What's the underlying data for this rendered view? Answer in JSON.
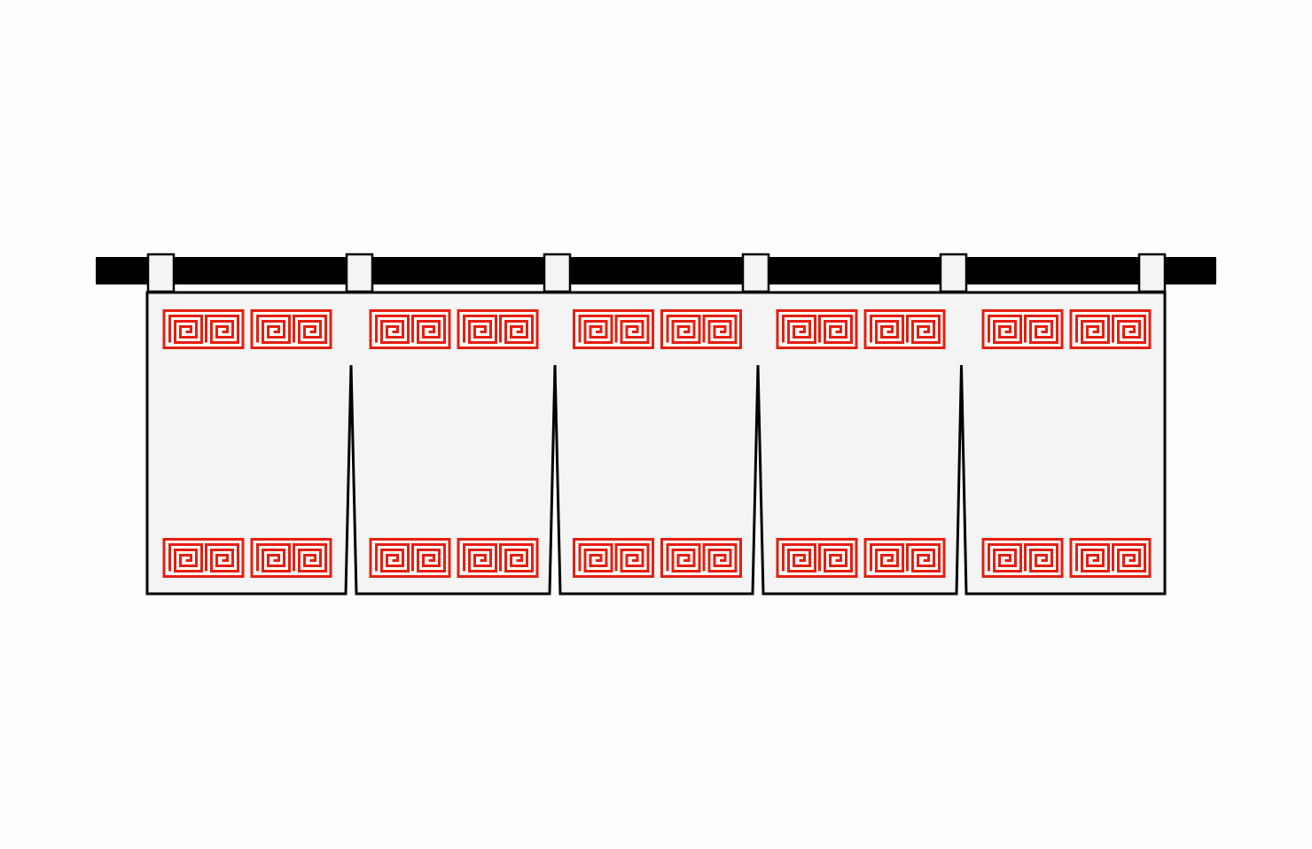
{
  "illustration": {
    "subject": "noren-curtain",
    "panel_count": 5,
    "tab_count": 6,
    "motifs_per_band": 2,
    "bands_per_panel": 2,
    "pattern": "key-fret-spiral",
    "colors": {
      "background": "#fdfdfd",
      "rod": "#000000",
      "fabric": "#f4f4f4",
      "outline": "#000000",
      "pattern": "#e61e0f",
      "pattern_ground": "#ffffff"
    }
  }
}
